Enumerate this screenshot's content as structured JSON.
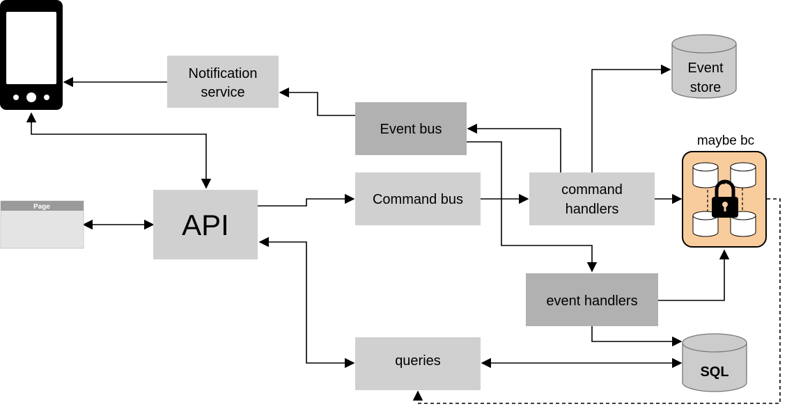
{
  "nodes": {
    "notification_service": {
      "line1": "Notification",
      "line2": "service"
    },
    "event_bus": {
      "label": "Event bus"
    },
    "command_bus": {
      "label": "Command bus"
    },
    "command_handlers": {
      "line1": "command",
      "line2": "handlers"
    },
    "event_handlers": {
      "label": "event handlers"
    },
    "queries": {
      "label": "queries"
    },
    "api": {
      "label": "API"
    },
    "page_window": {
      "label": "Page"
    },
    "event_store": {
      "line1": "Event",
      "line2": "store"
    },
    "sql": {
      "label": "SQL"
    },
    "maybe_bc": {
      "label": "maybe bc"
    }
  },
  "colors": {
    "box_light": "#d0d0d0",
    "box_dark": "#b1b1b1",
    "cylinder": "#cccccc",
    "bc_fill": "#f9cc9d",
    "line": "#000000"
  },
  "icons": {
    "phone": "mobile-phone-icon",
    "page": "browser-window-icon",
    "lock": "padlock-icon"
  }
}
